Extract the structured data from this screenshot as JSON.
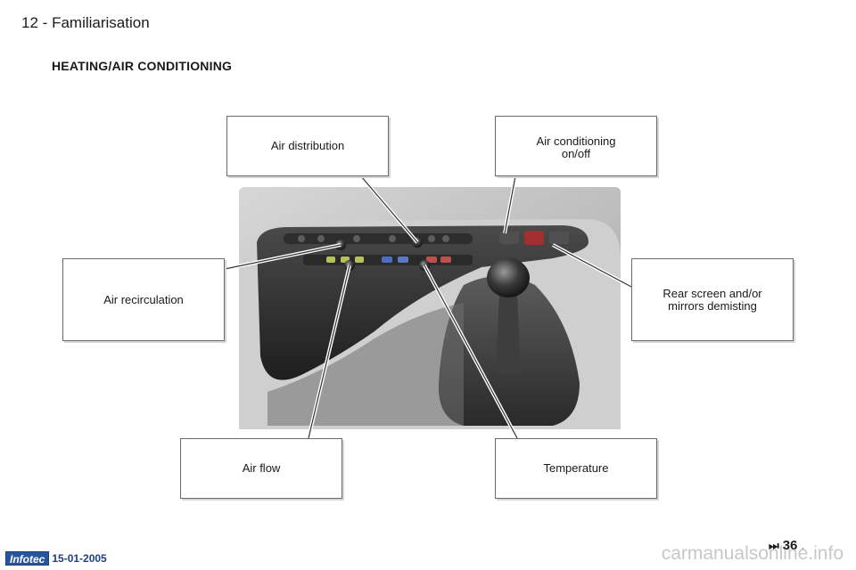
{
  "header": {
    "page_number": "12",
    "separator": "-",
    "chapter": "Familiarisation"
  },
  "section_title": "HEATING/AIR CONDITIONING",
  "callouts": {
    "air_distribution": "Air distribution",
    "air_conditioning": "Air conditioning\non/off",
    "air_recirculation": "Air recirculation",
    "rear_screen": "Rear screen and/or\nmirrors demisting",
    "air_flow": "Air flow",
    "temperature": "Temperature"
  },
  "navigation": {
    "arrow_icon": "next-page-icon",
    "page": "36",
    "trailing": "."
  },
  "footer": {
    "logo": "Infotec",
    "date": "15-01-2005",
    "watermark": "carmanualsonline.info"
  },
  "colors": {
    "logo_bg": "#26569c",
    "date_text": "#1f3f7f",
    "watermark": "#c8c8c8"
  }
}
